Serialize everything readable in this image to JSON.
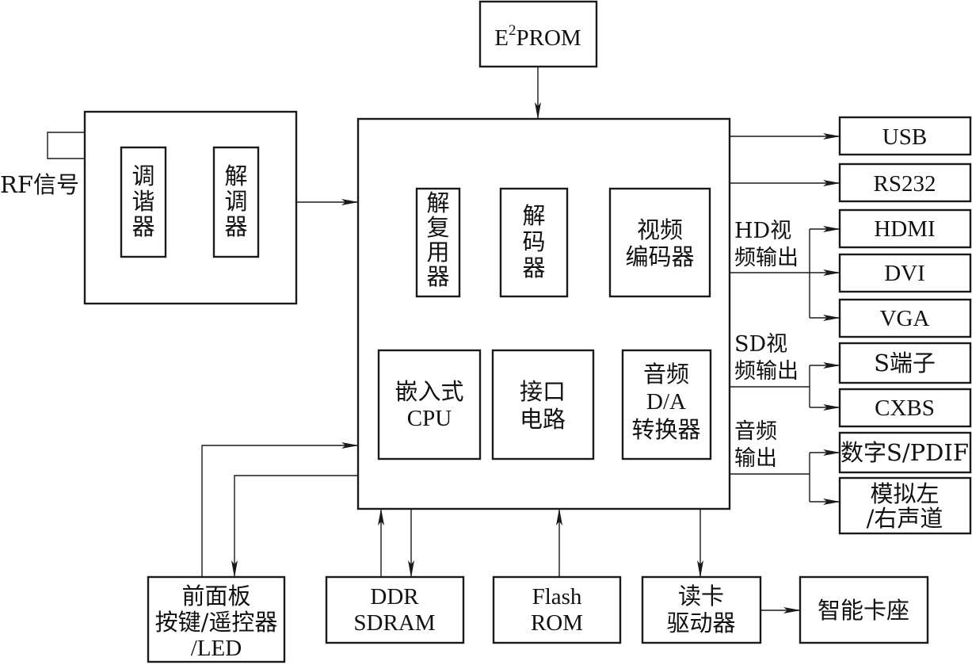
{
  "diagram": {
    "rf_signal": "RF信号",
    "tuner": [
      "调",
      "谐",
      "器"
    ],
    "demodulator": [
      "解",
      "调",
      "器"
    ],
    "eeprom": {
      "base": "E",
      "sup": "2",
      "rest": "PROM"
    },
    "demux": [
      "解",
      "复",
      "用",
      "器"
    ],
    "decoder": [
      "解",
      "码",
      "器"
    ],
    "video_encoder": [
      "视频",
      "编码器"
    ],
    "cpu": [
      "嵌入式",
      "CPU"
    ],
    "interface": [
      "接口",
      "电路"
    ],
    "audio_dac": [
      "音频",
      "D/A",
      "转换器"
    ],
    "outputs": {
      "usb": "USB",
      "rs232": "RS232",
      "hdmi": "HDMI",
      "dvi": "DVI",
      "vga": "VGA",
      "s_video": "S端子",
      "cvbs": "CXBS",
      "spdif": "数字S/PDIF",
      "analog_audio": [
        "模拟左",
        "/右声道"
      ]
    },
    "hd_video_label": [
      "HD视",
      "频输出"
    ],
    "sd_video_label": [
      "SD视",
      "频输出"
    ],
    "audio_label": [
      "音频",
      "输出"
    ],
    "front_panel": [
      "前面板",
      "按键/遥控器",
      "/LED"
    ],
    "ddr": [
      "DDR",
      "SDRAM"
    ],
    "flash": [
      "Flash",
      "ROM"
    ],
    "card_driver": [
      "读卡",
      "驱动器"
    ],
    "smart_card": "智能卡座"
  }
}
